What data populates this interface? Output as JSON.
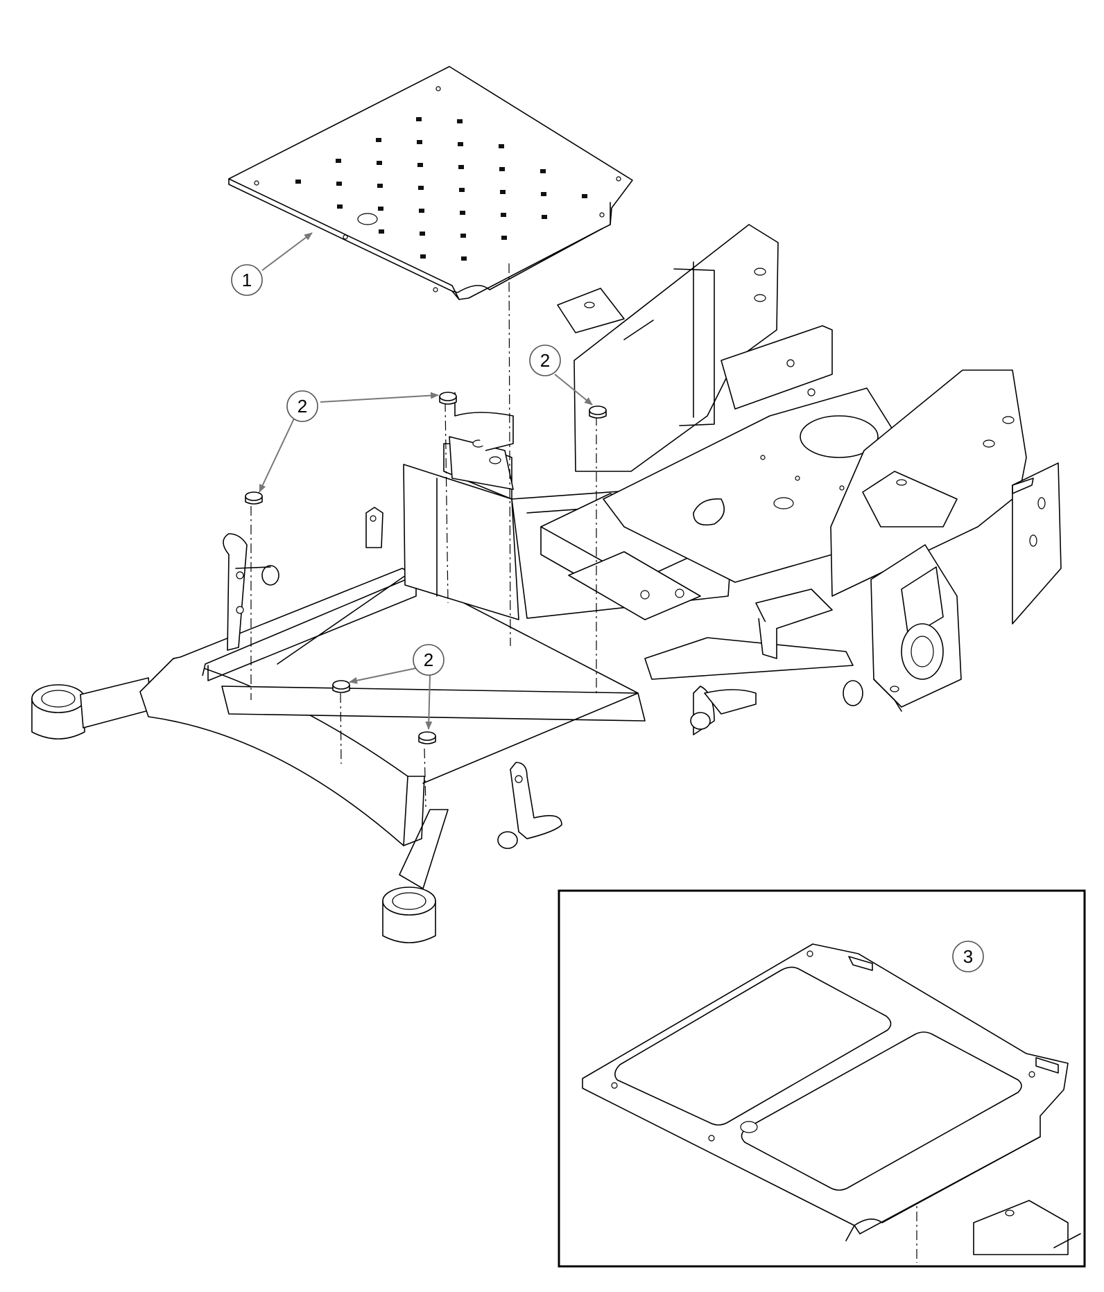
{
  "callouts": [
    {
      "id": "c1",
      "label": "1"
    },
    {
      "id": "c2a",
      "label": "2"
    },
    {
      "id": "c2b",
      "label": "2"
    },
    {
      "id": "c2c",
      "label": "2"
    },
    {
      "id": "c3",
      "label": "3"
    }
  ]
}
